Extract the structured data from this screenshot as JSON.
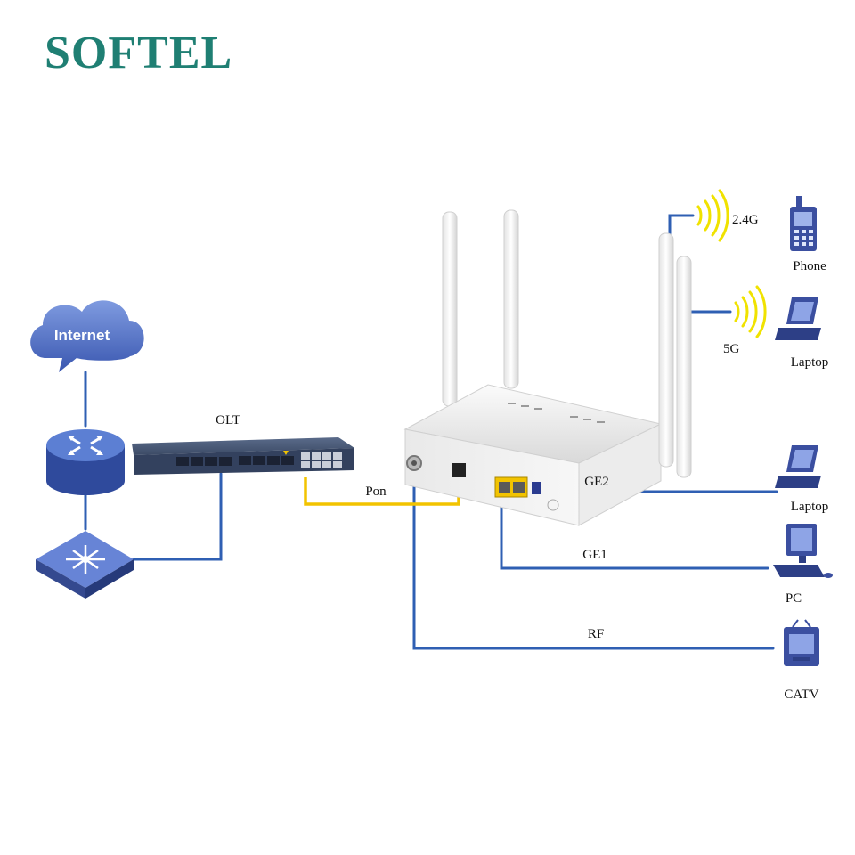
{
  "brand": {
    "name": "SOFTEL",
    "color": "#1f7f73"
  },
  "colors": {
    "link": "#2f5fb3",
    "fiber": "#f2c300",
    "wifi": "#f0e200",
    "device": "#3b4fa0"
  },
  "network": {
    "internet_label": "Internet",
    "olt_label": "OLT",
    "pon_label": "Pon",
    "links": {
      "ge2": "GE2",
      "ge1": "GE1",
      "rf": "RF"
    },
    "wifi": {
      "band_24": "2.4G",
      "band_5": "5G"
    }
  },
  "devices": [
    {
      "id": "phone",
      "label": "Phone",
      "icon": "mobile-phone-icon"
    },
    {
      "id": "laptop-wifi",
      "label": "Laptop",
      "icon": "laptop-icon"
    },
    {
      "id": "laptop-ge2",
      "label": "Laptop",
      "icon": "laptop-icon"
    },
    {
      "id": "pc",
      "label": "PC",
      "icon": "desktop-pc-icon"
    },
    {
      "id": "catv",
      "label": "CATV",
      "icon": "tv-icon"
    }
  ]
}
